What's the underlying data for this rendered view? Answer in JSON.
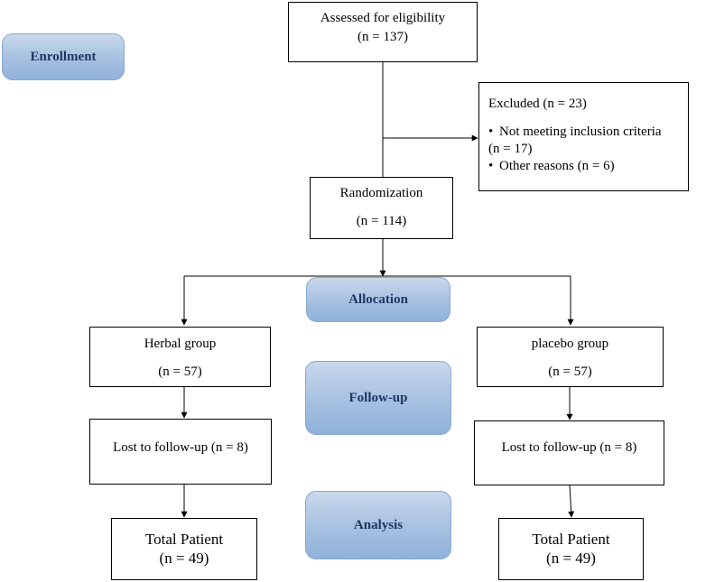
{
  "phases": {
    "enrollment": "Enrollment",
    "allocation": "Allocation",
    "follow_up": "Follow-up",
    "analysis": "Analysis"
  },
  "assessed": {
    "title": "Assessed for eligibility",
    "count": "(n = 137)"
  },
  "excluded": {
    "title": "Excluded (n = 23)",
    "bullet": "•",
    "reason1_line1": "Not meeting inclusion criteria",
    "reason1_line2": "(n = 17)",
    "reason2": "Other reasons (n = 6)"
  },
  "randomization": {
    "title": "Randomization",
    "count": "(n = 114)"
  },
  "herbal": {
    "group_title": "Herbal group",
    "group_count": "(n = 57)",
    "lost": "Lost to follow-up (n = 8)",
    "total_title": "Total Patient",
    "total_count": "(n = 49)"
  },
  "placebo": {
    "group_title": "placebo group",
    "group_count": "(n = 57)",
    "lost": "Lost to follow-up (n = 8)",
    "total_title": "Total Patient",
    "total_count": "(n = 49)"
  },
  "colors": {
    "phase_fill": "#a6c0e0",
    "phase_text": "#1f3763",
    "line": "#000000"
  }
}
